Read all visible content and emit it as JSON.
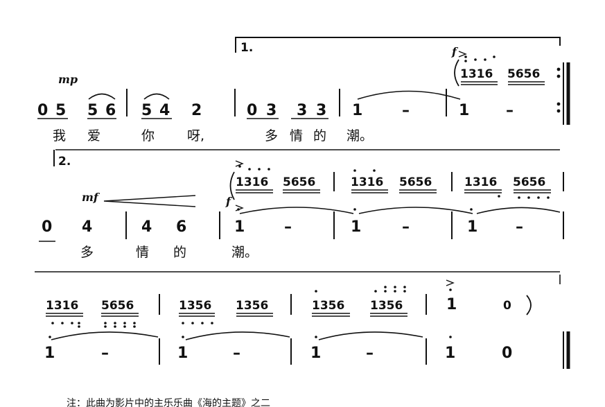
{
  "volta1": "1.",
  "volta2": "2.",
  "dynamics": {
    "mp": "mp",
    "mf": "mf",
    "f1": "f",
    "f2": "f"
  },
  "row1": {
    "upper": [
      "1316",
      "5656",
      ":"
    ],
    "main": [
      "0",
      "5",
      "5",
      "6",
      "5",
      "4",
      "2",
      "0",
      "3",
      "3",
      "3",
      "1",
      "–",
      "1",
      "–",
      ":"
    ],
    "lyrics": [
      "我",
      "爱",
      "你",
      "呀,",
      "多",
      "情",
      "的",
      "潮。"
    ]
  },
  "row2": {
    "upper": [
      "1316",
      "5656",
      "1316",
      "5656",
      "1316",
      "5656"
    ],
    "main": [
      "0",
      "4",
      "4",
      "6",
      "1",
      "–",
      "1",
      "–",
      "1",
      "–"
    ],
    "lyrics": [
      "多",
      "情",
      "的",
      "潮。"
    ]
  },
  "row3": {
    "upper": [
      "1316",
      "5656",
      "1356",
      "1356",
      "1356",
      "1356",
      "1",
      "0",
      ")"
    ],
    "main": [
      "1",
      "–",
      "1",
      "–",
      "1",
      "–",
      "1",
      "0"
    ]
  },
  "footnote": "注：此曲为影片中的主乐乐曲《海的主题》之二"
}
